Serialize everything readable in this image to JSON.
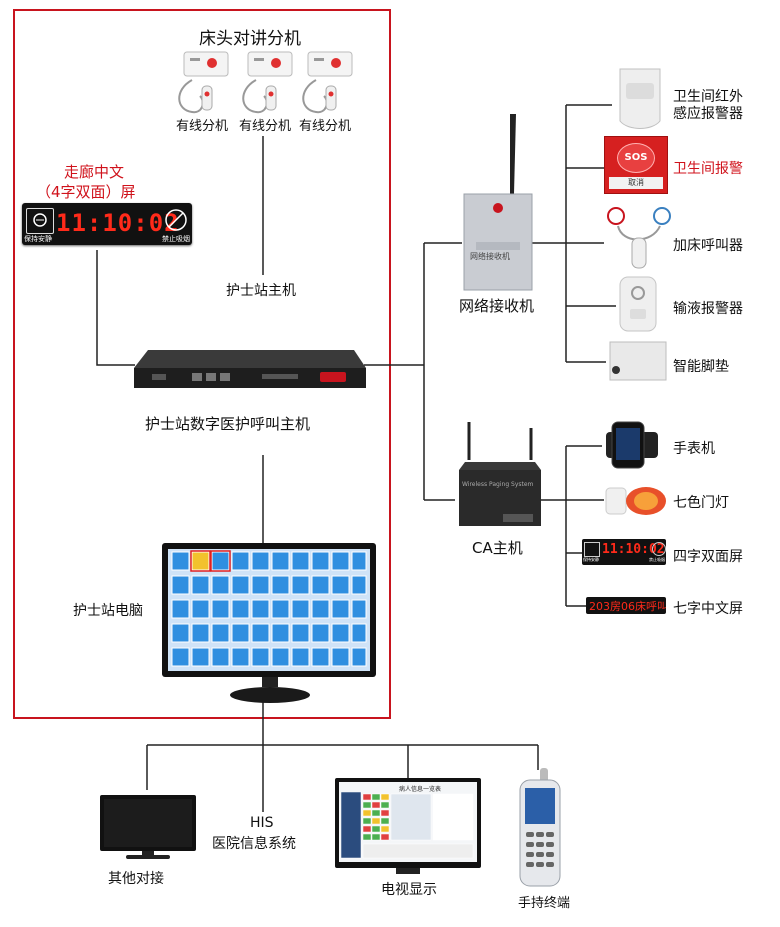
{
  "nursing_station": {
    "bedside_title": "床头对讲分机",
    "extension_label": "有线分机",
    "corridor_title_line1": "走廊中文",
    "corridor_title_line2": "（4字双面）屏",
    "corridor_time": "11:10:02",
    "corridor_left_caption": "保持安静",
    "corridor_right_caption": "禁止吸烟",
    "host_label": "护士站主机",
    "digital_host_label": "护士站数字医护呼叫主机",
    "pc_label": "护士站电脑"
  },
  "receiver": {
    "label": "网络接收机",
    "box_text": "网络接收机"
  },
  "right_devices": [
    {
      "label_line1": "卫生间红外",
      "label_line2": "感应报警器",
      "red": false
    },
    {
      "label_line1": "卫生间报警",
      "label_line2": "",
      "red": true,
      "sos_text": "SOS",
      "sos_button": "取消"
    },
    {
      "label_line1": "加床呼叫器",
      "label_line2": "",
      "red": false
    },
    {
      "label_line1": "输液报警器",
      "label_line2": "",
      "red": false
    },
    {
      "label_line1": "智能脚垫",
      "label_line2": "",
      "red": false
    }
  ],
  "ca_host": {
    "label": "CA主机",
    "box_text": "Wireless Paging System"
  },
  "ca_devices": [
    {
      "label": "手表机"
    },
    {
      "label": "七色门灯"
    },
    {
      "label": "四字双面屏",
      "time": "11:10:02",
      "left_caption": "保持安静",
      "right_caption": "禁止吸烟"
    },
    {
      "label": "七字中文屏",
      "scroll_text": "203房06床呼叫"
    }
  ],
  "bottom": {
    "other_label": "其他对接",
    "his_line1": "HIS",
    "his_line2": "医院信息系统",
    "tv_label": "电视显示",
    "tv_title": "病人信息一览表",
    "handheld_label": "手持终端"
  },
  "colors": {
    "frame_red": "#c8141e",
    "led_red": "#ff2a1a",
    "line": "#222222",
    "monitor_tile_blue": "#2f8fe0"
  }
}
